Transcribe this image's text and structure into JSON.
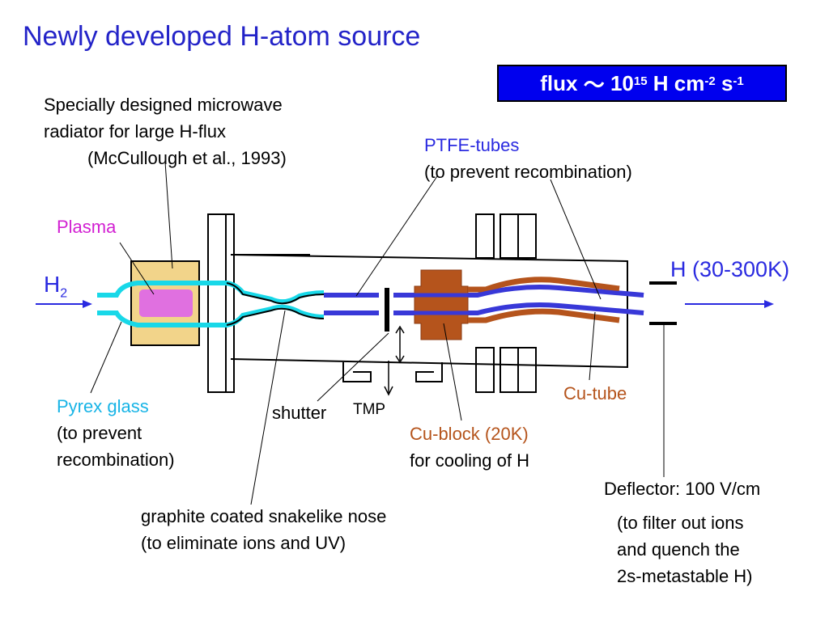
{
  "title": "Newly developed H-atom source",
  "flux": {
    "prefix": "flux",
    "tilde": "～",
    "base": "10",
    "exp": "15",
    "unit1": "H cm",
    "exp2": "-2",
    "unit2": "s",
    "exp3": "-1"
  },
  "labels": {
    "microwave_1": "Specially designed microwave",
    "microwave_2": "radiator for large H-flux",
    "microwave_3": "(McCullough et al., 1993)",
    "ptfe_1": "PTFE-tubes",
    "ptfe_2": "(to prevent recombination)",
    "plasma": "Plasma",
    "h2_main": "H",
    "h2_sub": "2",
    "h_out": "H (30-300K)",
    "pyrex_1": "Pyrex glass",
    "pyrex_2": "(to prevent",
    "pyrex_3": "recombination)",
    "shutter": "shutter",
    "tmp": "TMP",
    "cu_tube": "Cu-tube",
    "cu_block_1": "Cu-block (20K)",
    "cu_block_2": "for cooling of H",
    "deflector_1": "Deflector: 100 V/cm",
    "deflector_2": "(to filter out ions",
    "deflector_3": "and quench the",
    "deflector_4": "2s-metastable H)",
    "nose_1": "graphite coated snakelike nose",
    "nose_2": "(to eliminate ions and UV)"
  },
  "colors": {
    "title": "#2323c8",
    "flux_box": "#0000ee",
    "pyrex": "#18d8e8",
    "plasma": "#e070e0",
    "radiator": "#f2d48a",
    "cu": "#b5541c",
    "ptfe": "#3838d8",
    "arrow": "#2a2ae0"
  }
}
